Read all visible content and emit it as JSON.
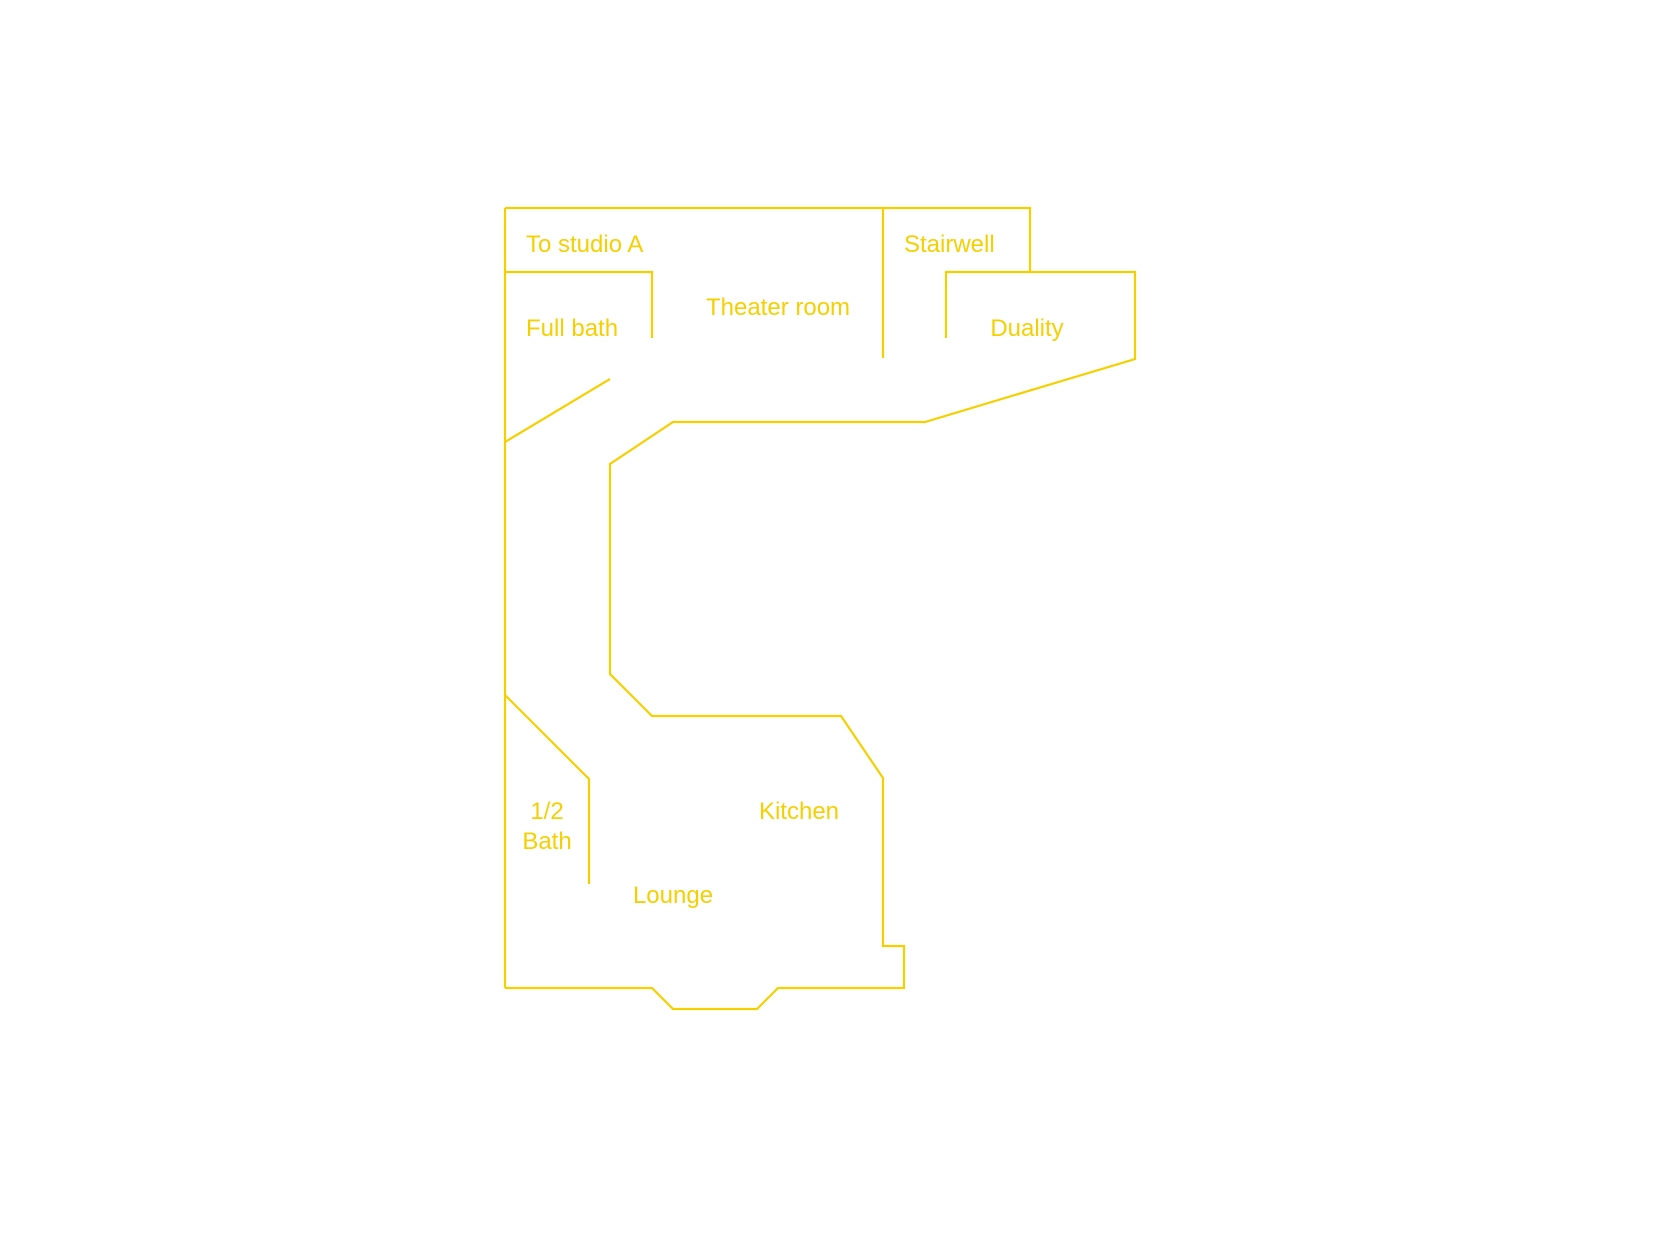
{
  "plan": {
    "line_color": "#F5D000",
    "rooms": [
      {
        "id": "to-studio-a",
        "label": "To studio A"
      },
      {
        "id": "stairwell",
        "label": "Stairwell"
      },
      {
        "id": "theater-room",
        "label": "Theater room"
      },
      {
        "id": "full-bath",
        "label": "Full bath"
      },
      {
        "id": "duality",
        "label": "Duality"
      },
      {
        "id": "kitchen",
        "label": "Kitchen"
      },
      {
        "id": "half-bath",
        "label": "1/2\nBath"
      },
      {
        "id": "lounge",
        "label": "Lounge"
      }
    ]
  }
}
